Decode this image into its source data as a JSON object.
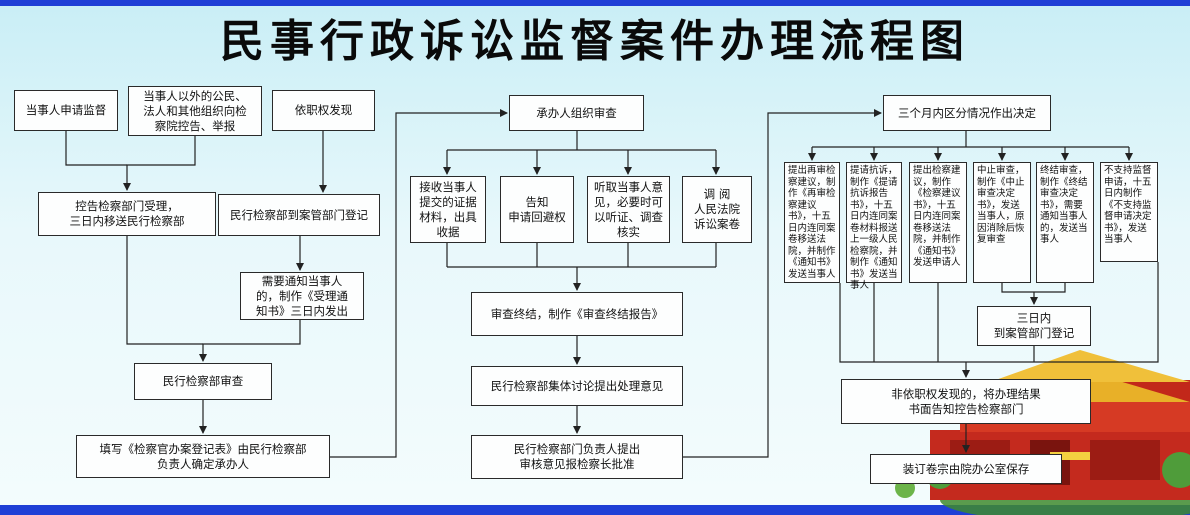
{
  "title": "民事行政诉讼监督案件办理流程图",
  "colors": {
    "band": "#1f3fd6",
    "background": "#d8f3f8",
    "box_border": "#2a2a2a",
    "line": "#222222"
  },
  "nodes": {
    "n1": "当事人申请监督",
    "n2": "当事人以外的公民、\n法人和其他组织向检\n察院控告、举报",
    "n3": "依职权发现",
    "n4": "控告检察部门受理，\n三日内移送民行检察部",
    "n5": "民行检察部到案管部门登记",
    "n6": "需要通知当事人\n的，制作《受理通\n知书》三日内发出",
    "n7": "民行检察部审查",
    "n8": "填写《检察官办案登记表》由民行检察部\n负责人确定承办人",
    "n9": "承办人组织审查",
    "n10": "接收当事人\n提交的证据\n材料，出具\n收据",
    "n11": "告知\n申请回避权",
    "n12": "听取当事人意\n见，必要时可\n以听证、调查\n核实",
    "n13": "调 阅\n人民法院\n诉讼案卷",
    "n14": "审查终结，制作《审查终结报告》",
    "n15": "民行检察部集体讨论提出处理意见",
    "n16": "民行检察部门负责人提出\n审核意见报检察长批准",
    "n17": "三个月内区分情况作出决定",
    "d1": "提出再审检察建议，制作《再审检察建议书》，十五日内连同案卷移送法院，并制作《通知书》发送当事人",
    "d2": "提请抗诉，制作《提请抗诉报告书》，十五日内连同案卷材料报送上一级人民检察院，并制作《通知书》发送当事人",
    "d3": "提出检察建议，制作《检察建议书》，十五日内连同案卷移送法院，并制作《通知书》发送申请人",
    "d4": "中止审查，制作《中止审查决定书》，发送当事人，原因消除后恢复审查",
    "d5": "终结审查，制作《终结审查决定书》，需要通知当事人的，发送当事人",
    "d6": "不支持监督申请，十五日内制作《不支持监督申请决定书》，发送当事人",
    "n18": "三日内\n到案管部门登记",
    "n19": "非依职权发现的，将办理结果\n书面告知控告检察部门",
    "n20": "装订卷宗由院办公室保存"
  },
  "edges": [
    [
      "n1",
      "n4"
    ],
    [
      "n2",
      "n4"
    ],
    [
      "n3",
      "n5"
    ],
    [
      "n5",
      "n6"
    ],
    [
      "n4",
      "n7"
    ],
    [
      "n6",
      "n7"
    ],
    [
      "n7",
      "n8"
    ],
    [
      "n8",
      "n9"
    ],
    [
      "n9",
      "n10"
    ],
    [
      "n9",
      "n11"
    ],
    [
      "n9",
      "n12"
    ],
    [
      "n9",
      "n13"
    ],
    [
      "n10",
      "n14"
    ],
    [
      "n11",
      "n14"
    ],
    [
      "n12",
      "n14"
    ],
    [
      "n13",
      "n14"
    ],
    [
      "n14",
      "n15"
    ],
    [
      "n15",
      "n16"
    ],
    [
      "n16",
      "n17"
    ],
    [
      "n17",
      "d1"
    ],
    [
      "n17",
      "d2"
    ],
    [
      "n17",
      "d3"
    ],
    [
      "n17",
      "d4"
    ],
    [
      "n17",
      "d5"
    ],
    [
      "n17",
      "d6"
    ],
    [
      "d4",
      "n18"
    ],
    [
      "d5",
      "n18"
    ],
    [
      "d1",
      "n19"
    ],
    [
      "d2",
      "n19"
    ],
    [
      "d3",
      "n19"
    ],
    [
      "d6",
      "n19"
    ],
    [
      "n18",
      "n19"
    ],
    [
      "n19",
      "n20"
    ]
  ]
}
